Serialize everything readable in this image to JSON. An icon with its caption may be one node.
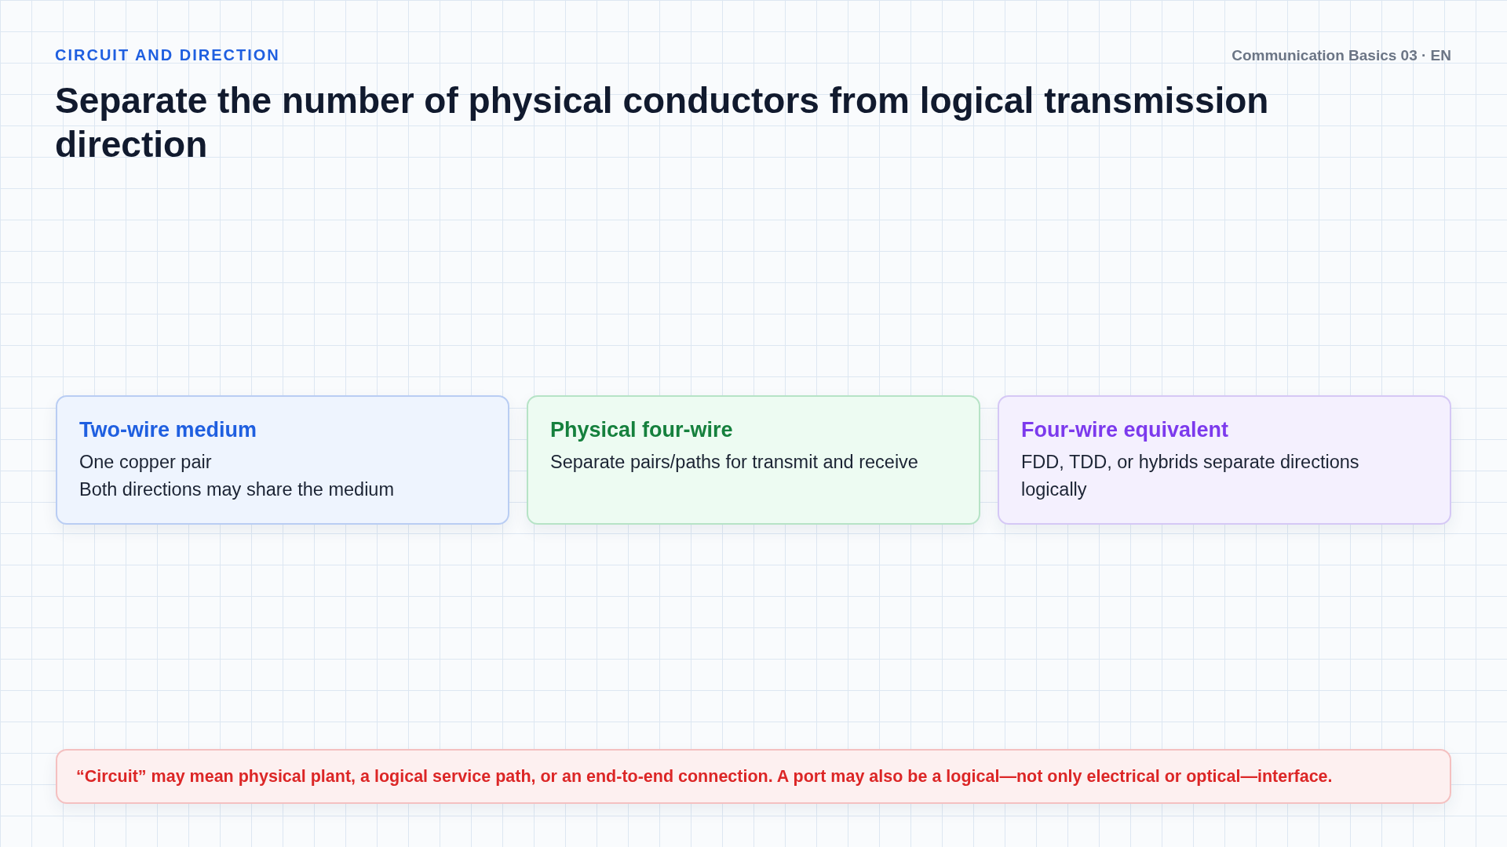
{
  "diagram": {
    "title": "Separate the number of physical conductors from logical transmission direction",
    "nodes": [
      {
        "text": [
          "Two-wire medium",
          "One copper pair",
          "Both directions may share the medium"
        ]
      },
      {
        "text": [
          "Physical four-wire",
          "Separate pairs/paths for transmit and receive"
        ]
      },
      {
        "text": [
          "Four-wire equivalent",
          "FDD, TDD, or hybrids separate directions logically"
        ]
      },
      {
        "text": [
          "“Circuit” may mean physical plant, a logical service path, or an end-to-end connection. A port may also be a logical—not only electrical or optical—interface."
        ]
      }
    ],
    "labels": [
      "CIRCUIT AND DIRECTION",
      "Communication Basics 03 · EN"
    ]
  }
}
